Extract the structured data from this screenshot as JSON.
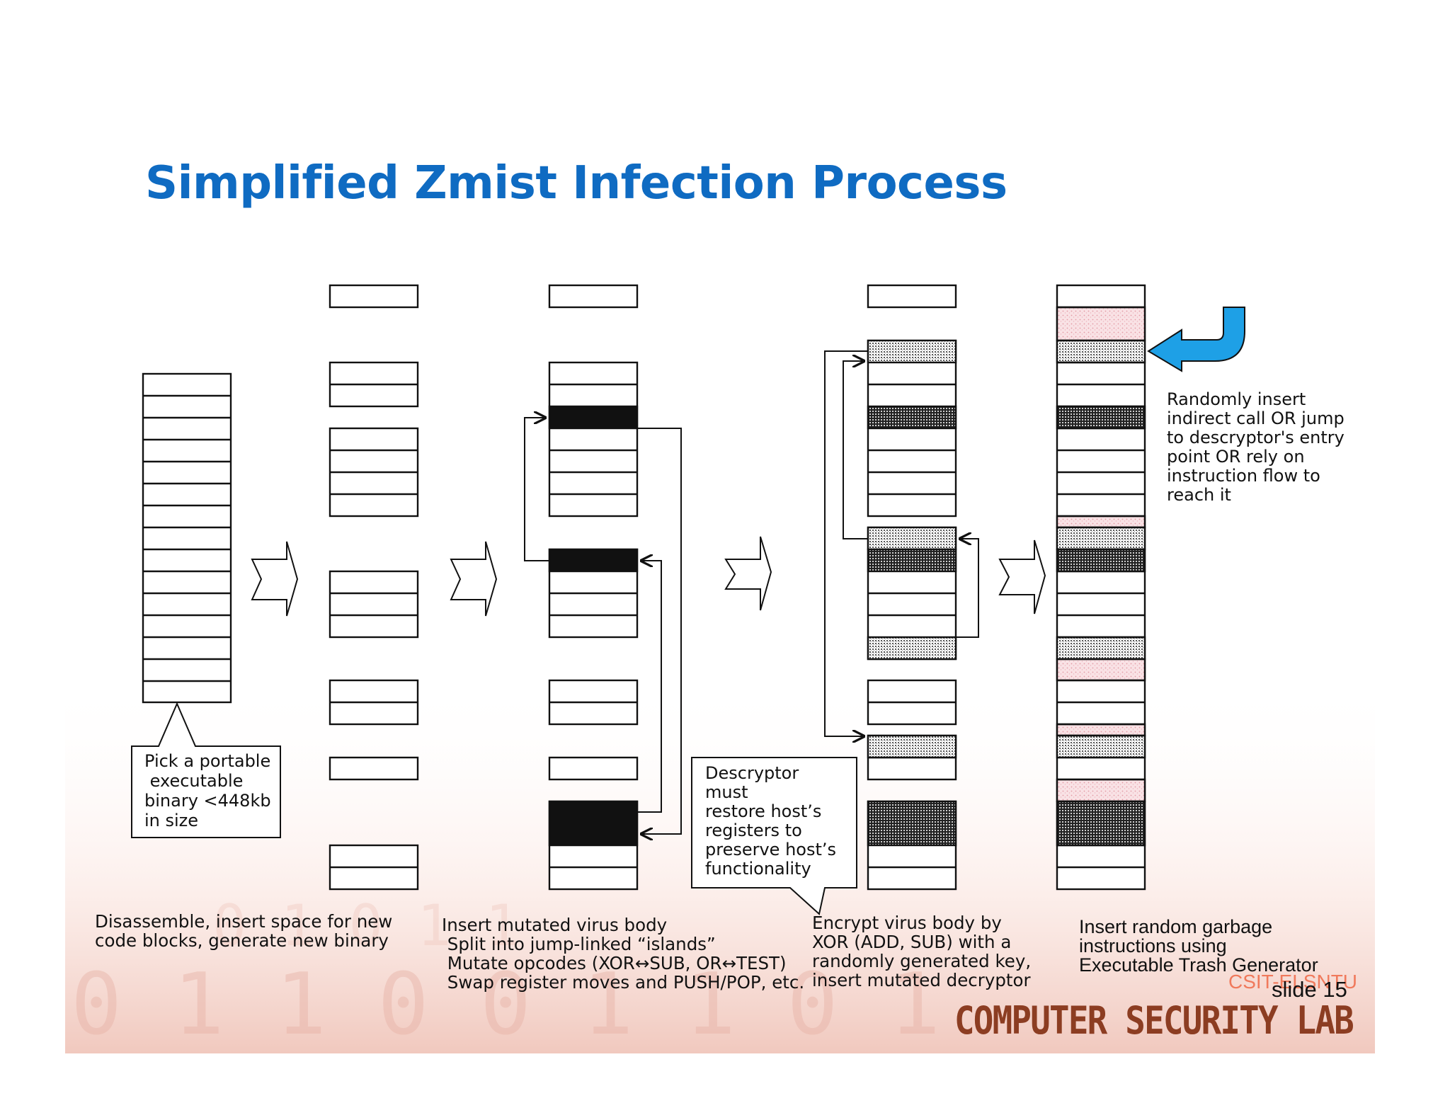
{
  "slide": {
    "title": "Simplified Zmist Infection Process",
    "slide_number": "slide 15",
    "brand_small": "CSIT-ELSNTU",
    "brand_large": "COMPUTER SECURITY LAB"
  },
  "callouts": {
    "pick_binary": [
      "Pick a portable",
      " executable",
      "binary <448kb",
      "in size"
    ],
    "descriptor": [
      "Descryptor",
      "must",
      "restore host’s",
      "registers to",
      "preserve host’s",
      "functionality"
    ],
    "random_insert": [
      "Randomly insert",
      "indirect call OR jump",
      "to descryptor's entry",
      "point OR rely on",
      "instruction flow to",
      "reach it"
    ]
  },
  "captions": {
    "disassemble": [
      "Disassemble, insert space for new",
      "code blocks, generate new binary"
    ],
    "insert_virus": [
      "Insert mutated virus body",
      " Split into jump-linked “islands”",
      " Mutate opcodes (XOR↔SUB, OR↔TEST)",
      " Swap register moves and PUSH/POP, etc."
    ],
    "encrypt": [
      "Encrypt virus body by",
      "XOR (ADD, SUB) with a",
      "randomly generated key,",
      "insert mutated decryptor"
    ],
    "garbage": [
      "Insert random garbage",
      "instructions using",
      "Executable Trash Generator"
    ]
  },
  "colors": {
    "title": "#0f6bc2",
    "call_arrow": "#1ea0e6",
    "garbage_fill": "#f7d8dc",
    "brand": "#8c3d22"
  },
  "icons": [
    "step-arrow-icon",
    "curved-call-arrow-icon"
  ]
}
